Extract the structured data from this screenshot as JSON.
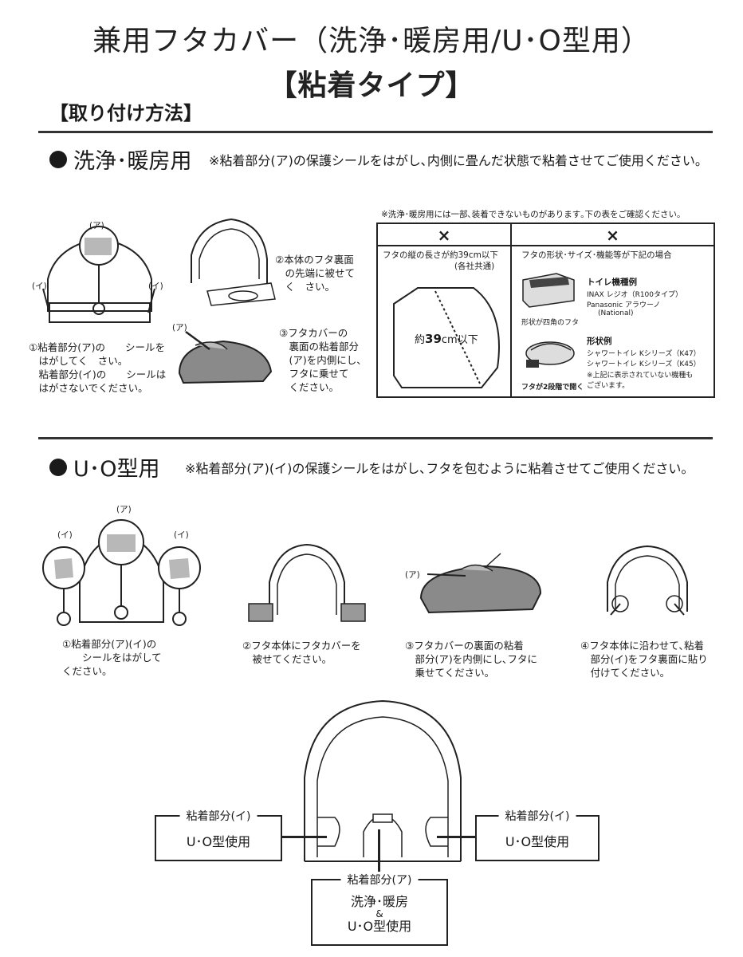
{
  "header": {
    "title_line1": "兼用フタカバー（洗浄･暖房用/U･O型用）",
    "title_line2": "【粘着タイプ】",
    "method_label": "【取り付け方法】"
  },
  "section_heating": {
    "heading": "洗浄･暖房用",
    "note": "※粘着部分(ア)の保護シールをはがし､内側に畳んだ状態で粘着させてご使用ください。",
    "marker_a": "(ア)",
    "marker_i": "(イ)",
    "step1_caption": "①粘着部分(ア)の　　シールを\n　はがしてく　さい。\n　粘着部分(イ)の　　シールは\n　はがさないでください。",
    "step2_caption": "②本体のフタ裏面\n　の先端に被せて\n　く　さい。",
    "step3_caption": "③フタカバーの\n　裏面の粘着部分\n　(ア)を内側にし、\n　フタに乗せて\n　ください。",
    "table_note": "※洗浄･暖房用には一部､装着できないものがあります｡下の表をご確認ください。",
    "table": {
      "col1_mark": "×",
      "col2_mark": "×",
      "col1_title": "フタの縦の長さが約39cm以下",
      "col1_sub": "(各社共通)",
      "col1_measure_pre": "約",
      "col1_measure_num": "39",
      "col1_measure_post": "cm以下",
      "col2_title": "フタの形状･サイズ･機能等が下記の場合",
      "group1_title": "トイレ機種例",
      "group1_items": [
        "INAX レジオ（R100タイプ）",
        "Panasonic アラウーノ",
        "(National)"
      ],
      "group1_caption": "形状が四角のフタ",
      "group2_title": "形状例",
      "group2_items": [
        "シャワートイレ Kシリーズ（K47）",
        "シャワートイレ Kシリーズ（K45）"
      ],
      "group2_note": "※上記に表示されていない機種も\nございます。",
      "group2_caption": "フタが2段階で開く"
    }
  },
  "section_uo": {
    "heading": "U･O型用",
    "note": "※粘着部分(ア)(イ)の保護シールをはがし､フタを包むように粘着させてご使用ください。",
    "marker_a": "(ア)",
    "marker_i": "(イ)",
    "step1_caption": "①粘着部分(ア)(イ)の\n　　シールをはがして\nください。",
    "step2_caption": "②フタ本体にフタカバーを\n　被せてください。",
    "step3_caption": "③フタカバーの裏面の粘着\n　部分(ア)を内側にし､フタに\n　乗せてください。",
    "step4_caption": "④フタ本体に沿わせて､粘着\n　部分(イ)をフタ裏面に貼り\n　付けてください。"
  },
  "diagram": {
    "left_tag": "粘着部分(イ)",
    "left_value": "U･O型使用",
    "right_tag": "粘着部分(イ)",
    "right_value": "U･O型使用",
    "bottom_tag": "粘着部分(ア)",
    "bottom_line1": "洗浄･暖房",
    "bottom_amp": "&",
    "bottom_line2": "U･O型使用"
  }
}
